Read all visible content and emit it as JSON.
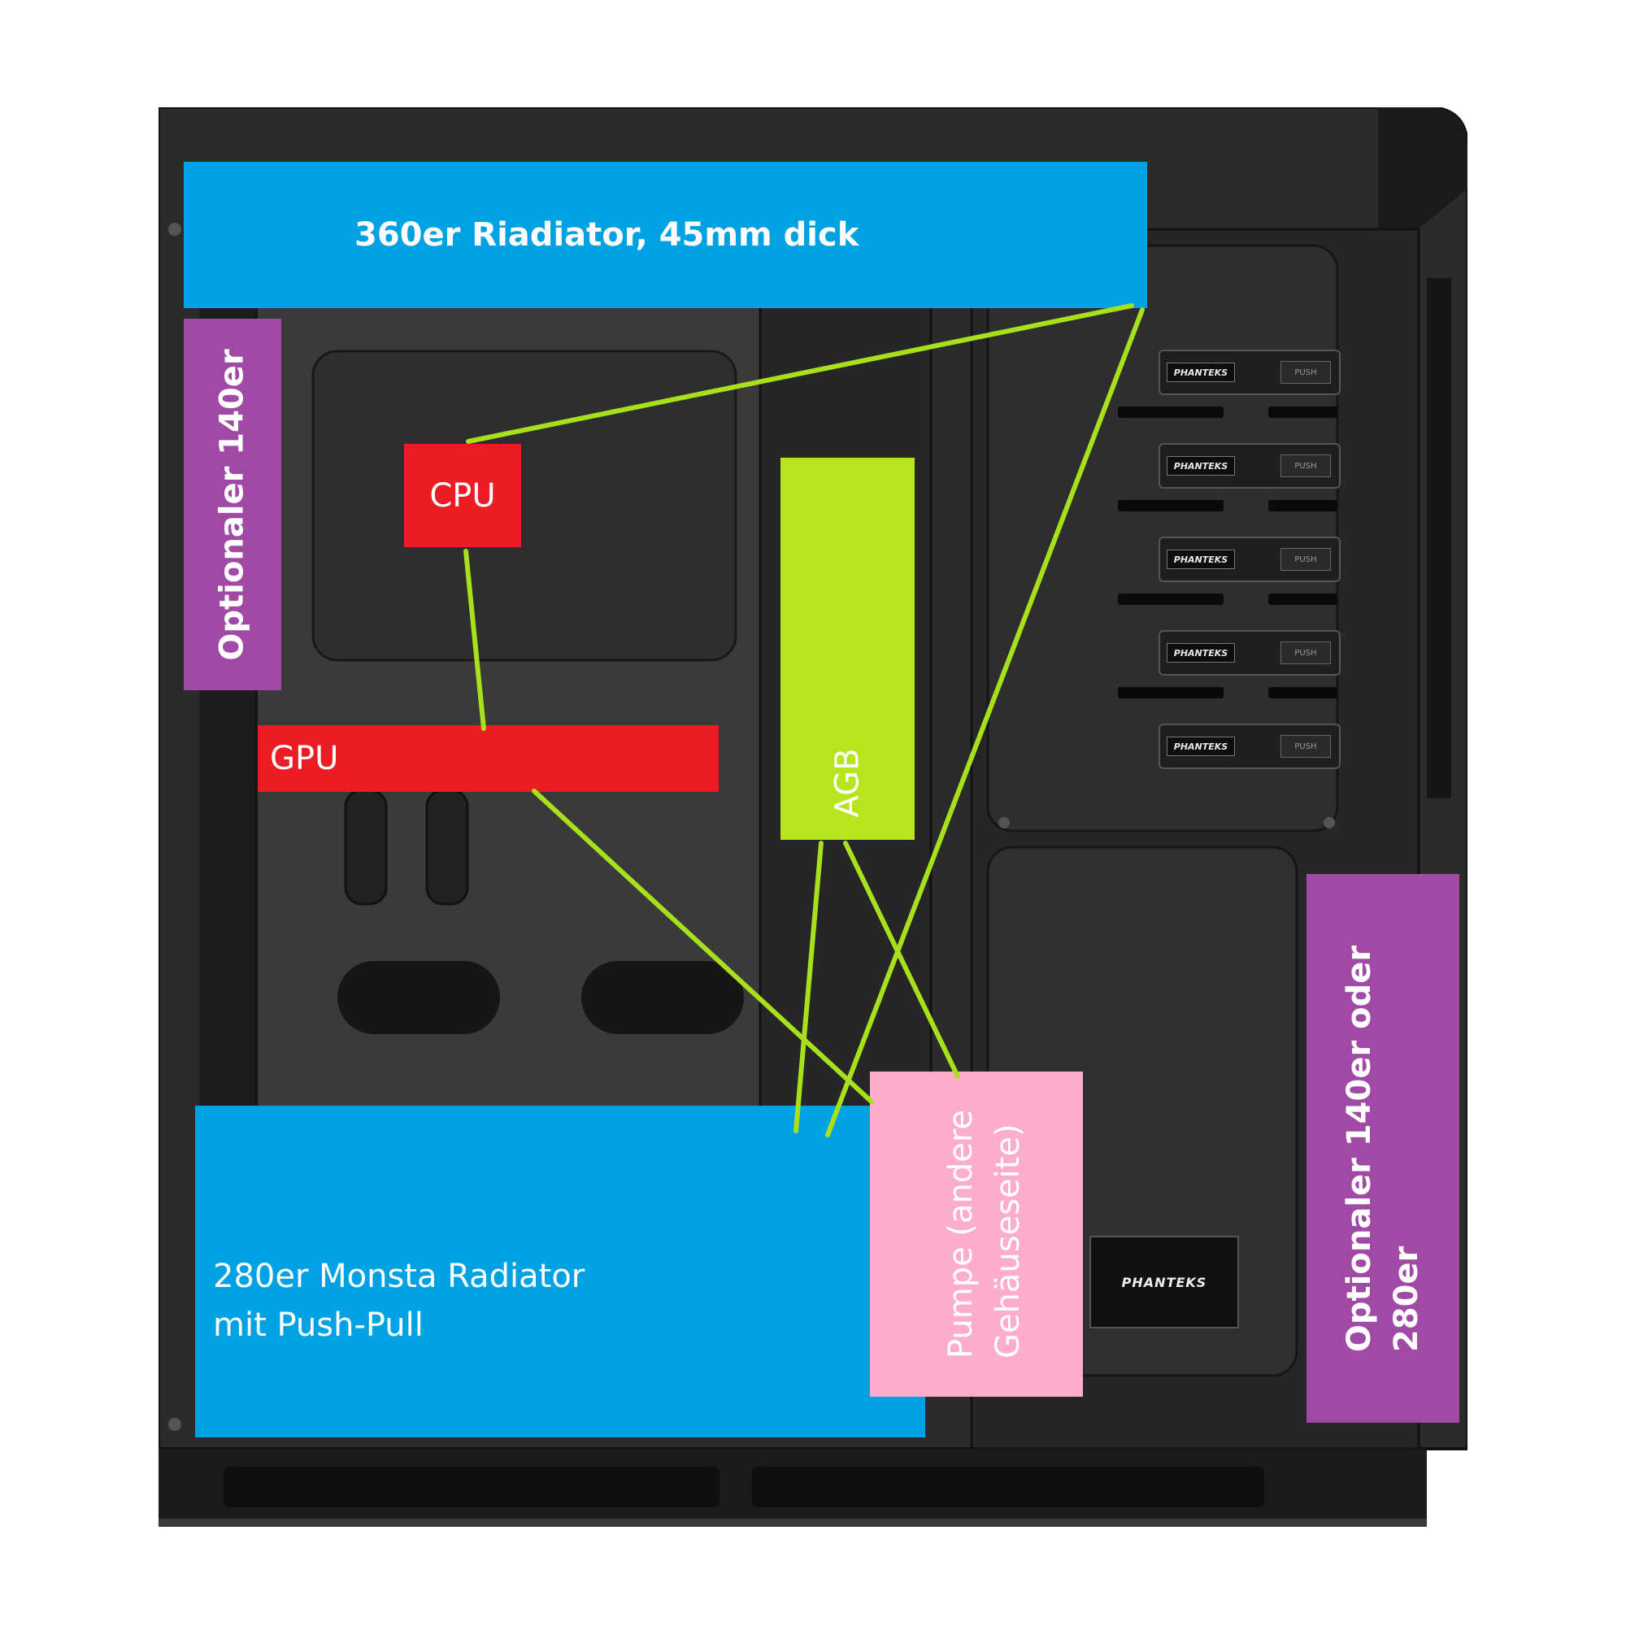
{
  "labels": {
    "top_radiator": "360er Riadiator, 45mm dick",
    "left_fan": "Optionaler 140er",
    "cpu": "CPU",
    "gpu": "GPU",
    "reservoir": "AGB",
    "bottom_radiator_line1": "280er Monsta Radiator",
    "bottom_radiator_line2": "mit Push-Pull",
    "pump_line1": "Pumpe (andere",
    "pump_line2": "Gehäuseseite)",
    "right_fan_line1": "Optionaler 140er oder",
    "right_fan_line2": "280er"
  },
  "case": {
    "bay_brand": "PHANTEKS",
    "bay_button": "PUSH",
    "psu_brand": "PHANTEKS"
  },
  "colors": {
    "radiator": "#00a2e3",
    "optional_fan": "#a04aa6",
    "cpu_gpu": "#ed1c24",
    "reservoir": "#b5e61d",
    "pump": "#fbadcb",
    "tubing": "#a8e01c",
    "case": "#262626"
  }
}
